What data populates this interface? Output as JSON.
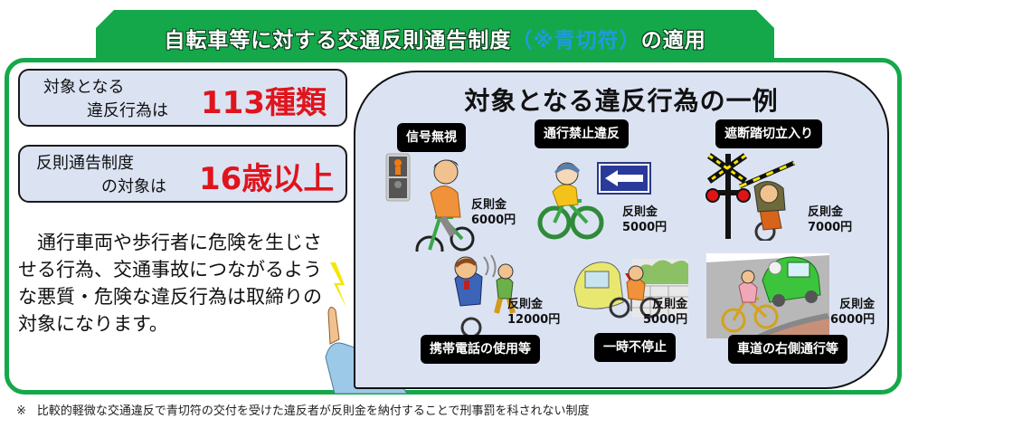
{
  "banner": {
    "title_main": "自転車等に対する交通反則通告制度",
    "title_highlight": "（※青切符）",
    "title_tail": "の適用",
    "color_green": "#15a84a",
    "color_highlight": "#1e9be0"
  },
  "info_boxes": [
    {
      "label_line1": "対象となる",
      "label_line2": "違反行為は",
      "value": "113種類"
    },
    {
      "label_line1": "反則通告制度",
      "label_line2": "の対象は",
      "value": "16歳以上"
    }
  ],
  "description": "　通行車両や歩行者に危険を生じさせる行為、交通事故につながるような悪質・危険な違反行為は取締りの対象になります。",
  "panel": {
    "title": "対象となる違反行為の一例",
    "examples": [
      {
        "name": "信号無視",
        "fine_label": "反則金",
        "fine_amount": "6000円",
        "icon": "signal-ignore-illustration"
      },
      {
        "name": "通行禁止違反",
        "fine_label": "反則金",
        "fine_amount": "5000円",
        "icon": "no-entry-illustration"
      },
      {
        "name": "遮断踏切立入り",
        "fine_label": "反則金",
        "fine_amount": "7000円",
        "icon": "railroad-crossing-illustration"
      },
      {
        "name": "携帯電話の使用等",
        "fine_label": "反則金",
        "fine_amount": "12000円",
        "icon": "phone-use-illustration"
      },
      {
        "name": "一時不停止",
        "fine_label": "反則金",
        "fine_amount": "5000円",
        "icon": "stop-sign-illustration"
      },
      {
        "name": "車道の右側通行等",
        "fine_label": "反則金",
        "fine_amount": "6000円",
        "icon": "right-side-riding-illustration"
      }
    ]
  },
  "footnote": {
    "mark": "※",
    "text": "比較的軽微な交通違反で青切符の交付を受けた違反者が反則金を納付することで刑事罰を科されない制度"
  }
}
